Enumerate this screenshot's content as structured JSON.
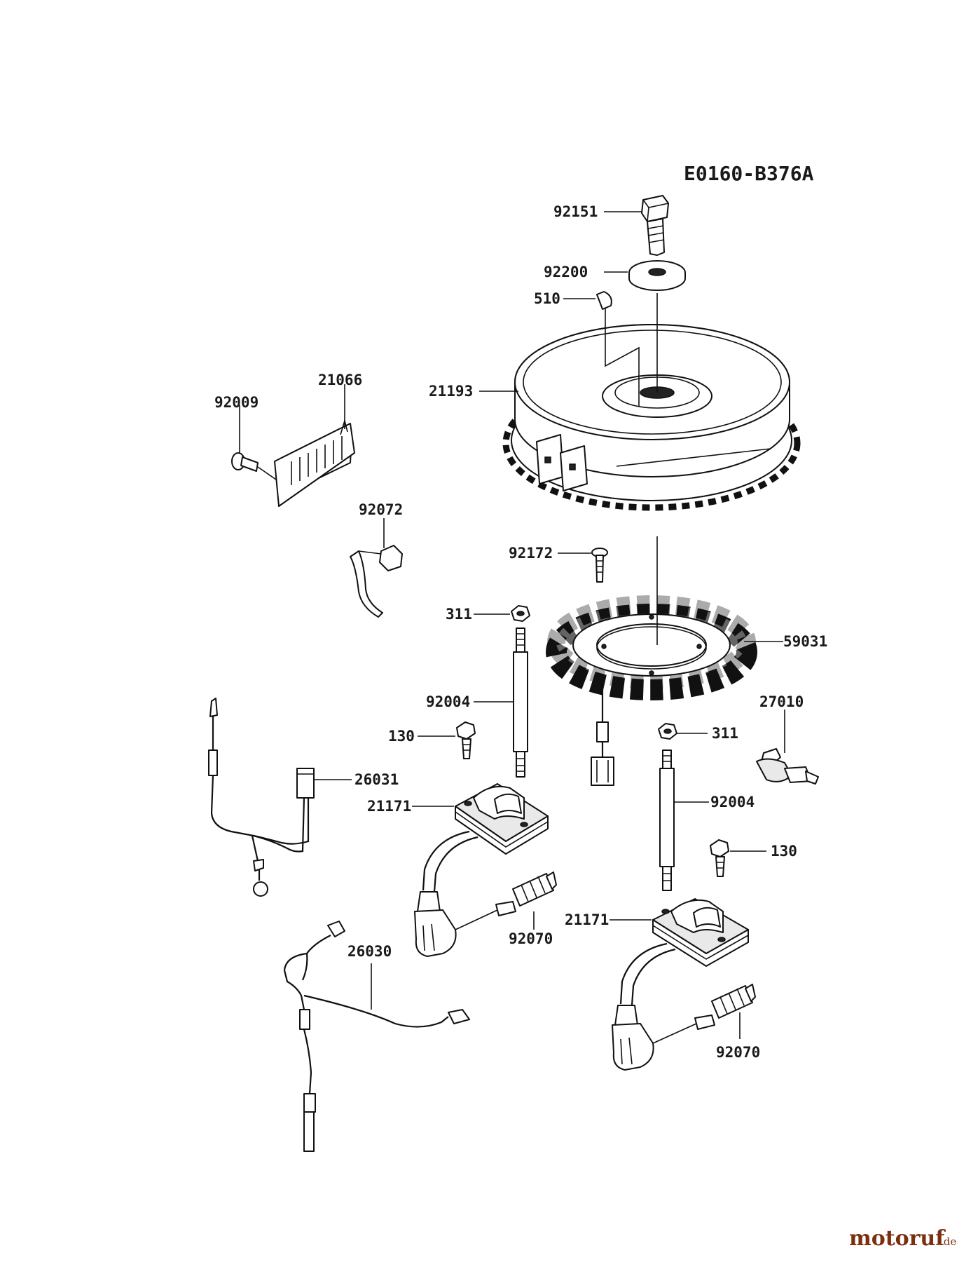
{
  "diagram": {
    "code": "E0160-B376A",
    "labels": {
      "p92151": "92151",
      "p92200": "92200",
      "p510": "510",
      "p21193": "21193",
      "p21066": "21066",
      "p92009": "92009",
      "p92072": "92072",
      "p92172": "92172",
      "p311a": "311",
      "p59031": "59031",
      "p92004a": "92004",
      "p27010": "27010",
      "p130a": "130",
      "p311b": "311",
      "p26031": "26031",
      "p21171a": "21171",
      "p92004b": "92004",
      "p130b": "130",
      "p92070a": "92070",
      "p21171b": "21171",
      "p26030": "26030",
      "p92070b": "92070"
    }
  },
  "watermark": {
    "name": "motoruf",
    "tld": ".de",
    "color": "#7a2f0e"
  }
}
